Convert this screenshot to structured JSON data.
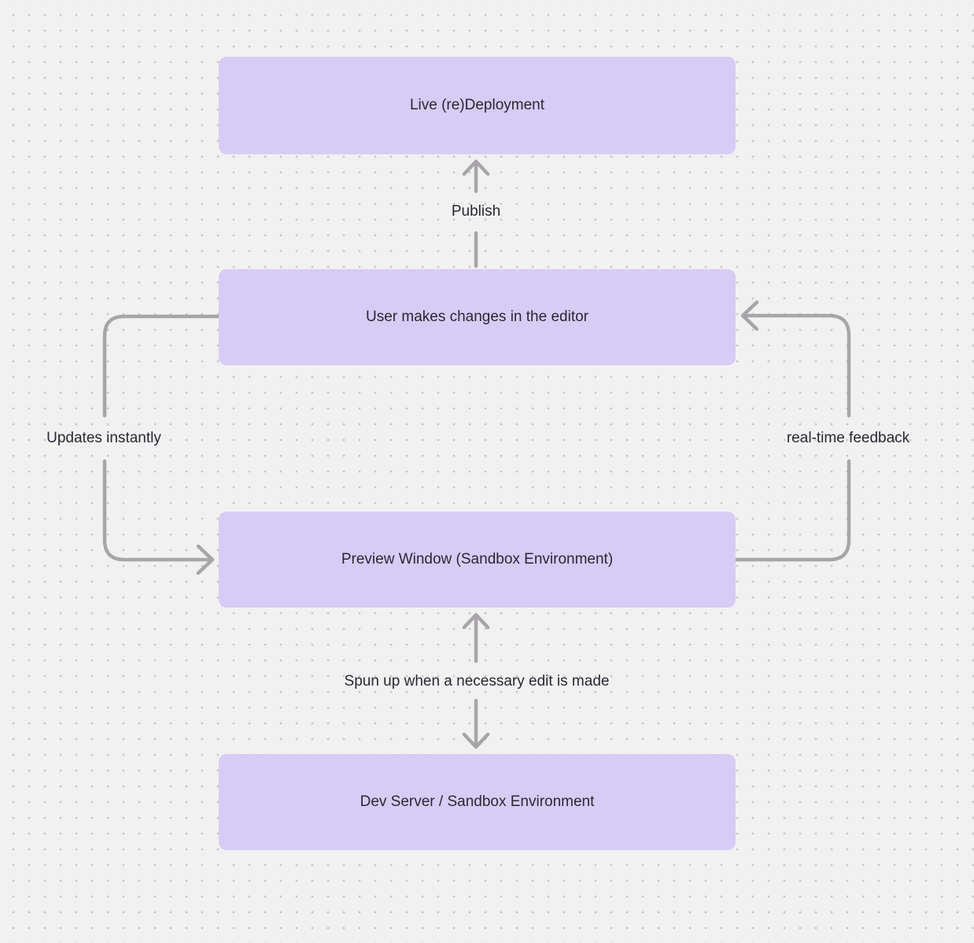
{
  "diagram": {
    "colors": {
      "canvas_bg": "#f2f1f2",
      "dot_color": "#c9c7c9",
      "node_fill": "#d7ccf5",
      "node_text": "#2b2733",
      "label_text": "#2b2733",
      "arrow_color": "#a8a5a9"
    },
    "nodes": [
      {
        "id": "live-redeployment",
        "label": "Live (re)Deployment"
      },
      {
        "id": "user-editor",
        "label": "User makes changes in the editor"
      },
      {
        "id": "preview-window",
        "label": "Preview Window (Sandbox Environment)"
      },
      {
        "id": "dev-server",
        "label": "Dev Server / Sandbox Environment"
      }
    ],
    "edges": [
      {
        "id": "publish",
        "label": "Publish",
        "from": "user-editor",
        "to": "live-redeployment",
        "arrowheads": "up"
      },
      {
        "id": "updates-instantly",
        "label": "Updates instantly",
        "from": "user-editor",
        "to": "preview-window",
        "arrowheads": "end"
      },
      {
        "id": "real-time-feedback",
        "label": "real-time feedback",
        "from": "preview-window",
        "to": "user-editor",
        "arrowheads": "end"
      },
      {
        "id": "spun-up",
        "label": "Spun up when a necessary edit is made",
        "from": "dev-server",
        "to": "preview-window",
        "arrowheads": "both"
      }
    ]
  }
}
